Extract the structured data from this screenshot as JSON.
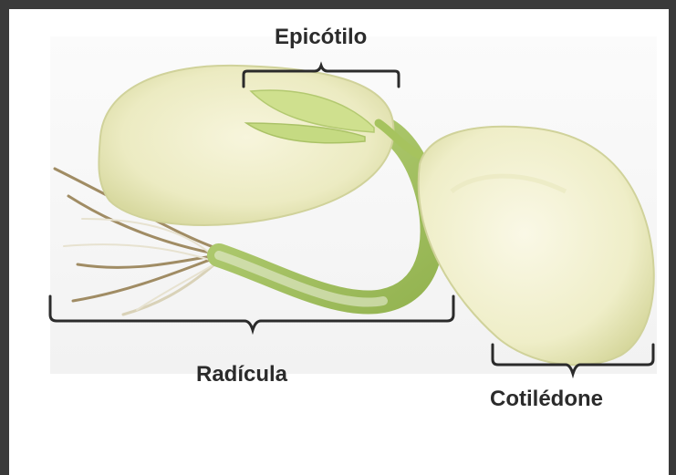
{
  "labels": {
    "epicotilo": "Epicótilo",
    "radicula": "Radícula",
    "cotiledone": "Cotilédone"
  },
  "colors": {
    "frame": "#3a3a3a",
    "cotyledon": "#ecebc2",
    "stem": "#a9c468",
    "leaf": "#cbe08a",
    "root": "#9c8a62",
    "bracket": "#2b2b2b"
  }
}
